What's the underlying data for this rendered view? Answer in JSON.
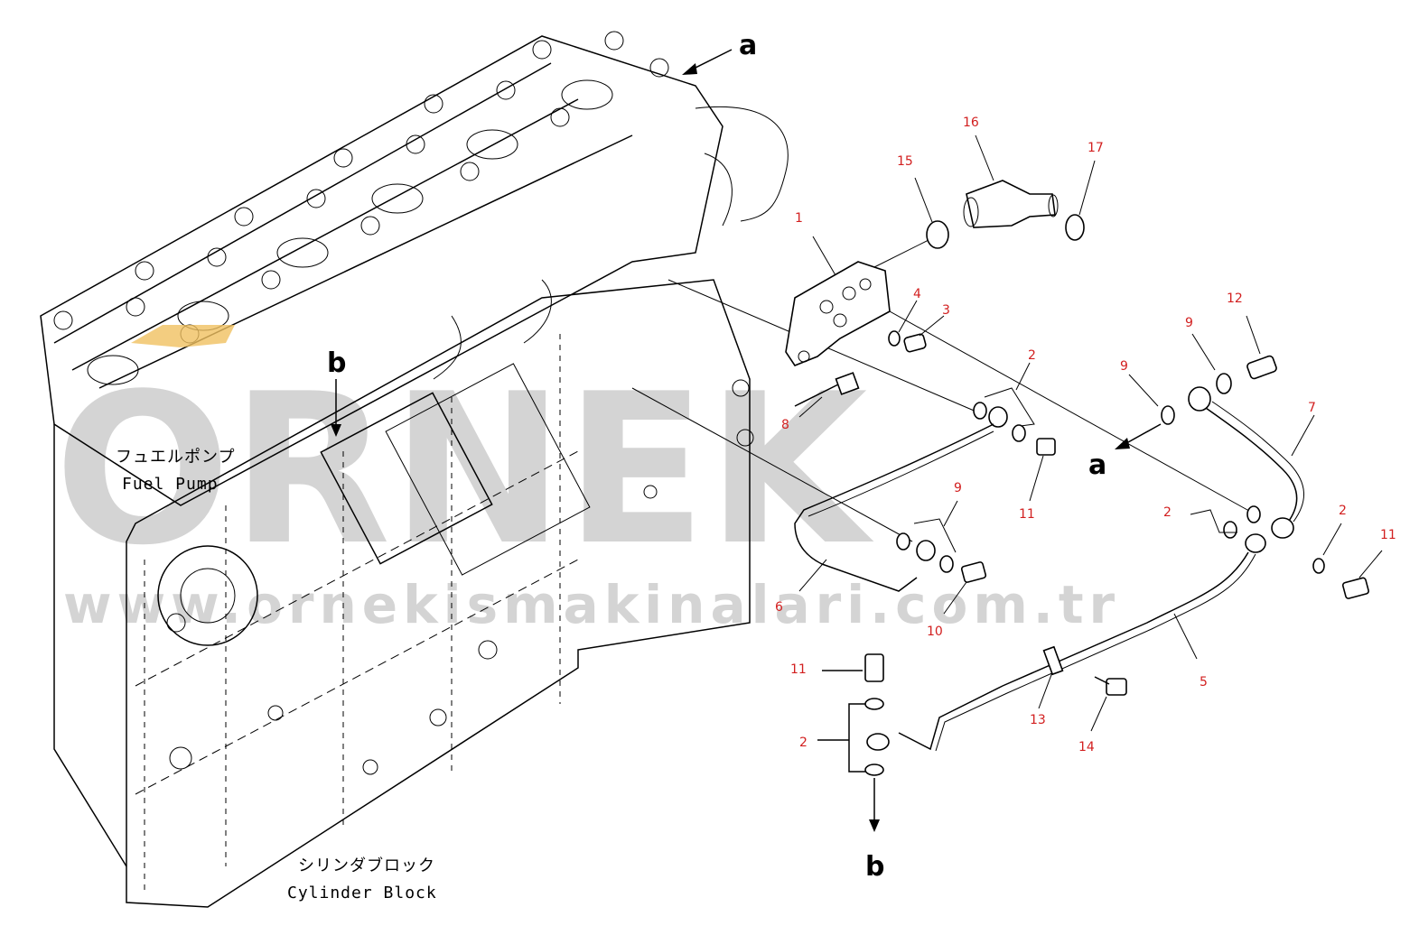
{
  "watermark": {
    "brand": "ORNEK",
    "url": "www.ornekismakinalari.com.tr"
  },
  "labels": {
    "fuel_pump_jp": "フュエルポンプ",
    "fuel_pump_en": "Fuel Pump",
    "cylinder_block_jp": "シリンダブロック",
    "cylinder_block_en": "Cylinder Block"
  },
  "refs": {
    "a": "a",
    "b": "b"
  },
  "callouts": [
    "1",
    "2",
    "3",
    "4",
    "5",
    "6",
    "7",
    "8",
    "9",
    "10",
    "11",
    "12",
    "13",
    "14",
    "15",
    "16",
    "17"
  ],
  "colors": {
    "callout": "#d21f1f",
    "line": "#000000",
    "watermark": "#d4d4d4",
    "highlight": "#f0c060"
  }
}
